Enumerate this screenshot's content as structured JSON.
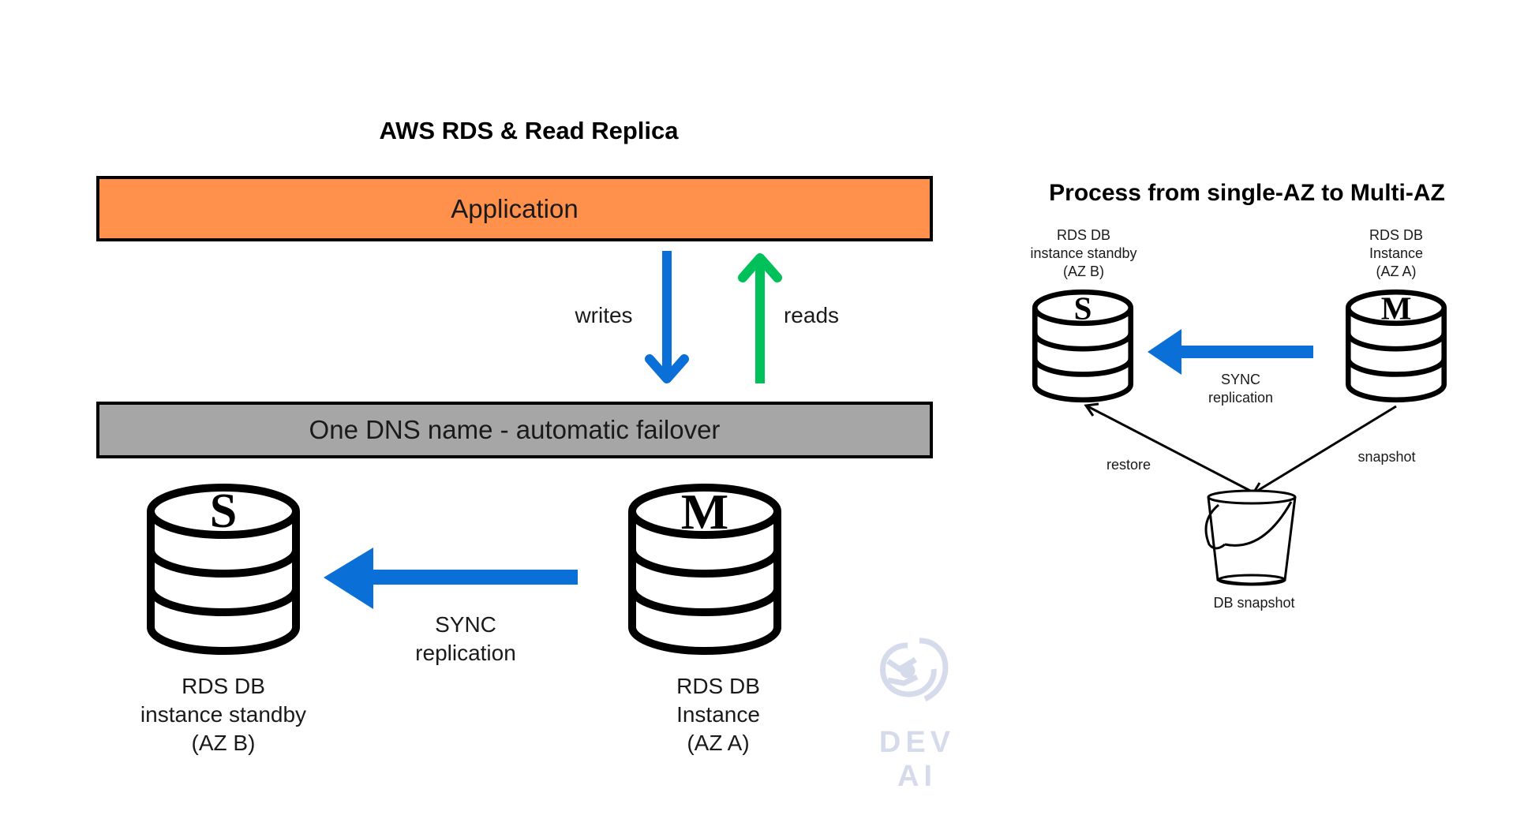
{
  "main_title": "AWS RDS & Read Replica",
  "right_title": "Process from single-AZ to Multi-AZ",
  "application_label": "Application",
  "dns_label": "One DNS name - automatic failover",
  "writes_label": "writes",
  "reads_label": "reads",
  "left_diagram": {
    "standby_letter": "S",
    "master_letter": "M",
    "sync_line1": "SYNC",
    "sync_line2": "replication",
    "standby_caption": [
      "RDS DB",
      "instance standby",
      "(AZ B)"
    ],
    "master_caption": [
      "RDS DB",
      "Instance",
      "(AZ A)"
    ]
  },
  "right_diagram": {
    "standby_letter": "S",
    "master_letter": "M",
    "standby_caption": [
      "RDS DB",
      "instance standby",
      "(AZ B)"
    ],
    "master_caption": [
      "RDS DB",
      "Instance",
      "(AZ A)"
    ],
    "sync_line1": "SYNC",
    "sync_line2": "replication",
    "restore_label": "restore",
    "snapshot_label": "snapshot",
    "bucket_caption": "DB snapshot"
  },
  "watermark": "DEV AI",
  "colors": {
    "application": "#ff914d",
    "dns": "#a6a6a6",
    "write_arrow": "#0a6fd6",
    "read_arrow": "#00c05a",
    "sync_arrow": "#0a6fd6",
    "watermark": "#d6dbec"
  }
}
